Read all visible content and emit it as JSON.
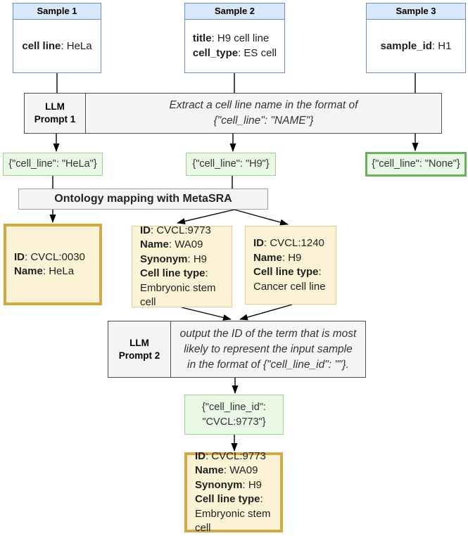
{
  "samples": [
    {
      "title": "Sample 1",
      "fields": [
        {
          "label": "cell line",
          "value": ": HeLa"
        }
      ]
    },
    {
      "title": "Sample 2",
      "fields": [
        {
          "label": "title",
          "value": ": H9 cell line"
        },
        {
          "label": "cell_type",
          "value": ": ES cell"
        }
      ]
    },
    {
      "title": "Sample 3",
      "fields": [
        {
          "label": "sample_id",
          "value": ": H1"
        }
      ]
    }
  ],
  "prompts": [
    {
      "name": "LLM\nPrompt 1",
      "text": "Extract a cell line name in the format of\n{\"cell_line\": \"NAME\"}"
    },
    {
      "name": "LLM\nPrompt 2",
      "text": "output the ID of the term that is most\nlikely to represent the input sample\nin the format of {\"cell_line_id\": \"\"}."
    }
  ],
  "ontology": {
    "label": "Ontology mapping with MetaSRA"
  },
  "extractions": [
    {
      "text": "{\"cell_line\": \"HeLa\"}",
      "selected": false
    },
    {
      "text": "{\"cell_line\": \"H9\"}",
      "selected": false
    },
    {
      "text": "{\"cell_line\": \"None\"}",
      "selected": true
    },
    {
      "text": "{\"cell_line_id\":\n\"CVCL:9773\"}",
      "selected": false
    }
  ],
  "matches": [
    {
      "selected": true,
      "fields": [
        {
          "label": "ID",
          "value": ": CVCL:0030"
        },
        {
          "label": "Name",
          "value": ": HeLa"
        }
      ]
    },
    {
      "selected": false,
      "fields": [
        {
          "label": "ID",
          "value": ": CVCL:9773"
        },
        {
          "label": "Name",
          "value": ": WA09"
        },
        {
          "label": "Synonym",
          "value": ": H9"
        },
        {
          "label": "Cell line type",
          "value": ":"
        },
        {
          "label": "",
          "value": "Embryonic stem cell"
        }
      ]
    },
    {
      "selected": false,
      "fields": [
        {
          "label": "ID",
          "value": ": CVCL:1240"
        },
        {
          "label": "Name",
          "value": ": H9"
        },
        {
          "label": "Cell line type",
          "value": ":"
        },
        {
          "label": "",
          "value": "Cancer cell line"
        }
      ]
    },
    {
      "selected": true,
      "fields": [
        {
          "label": "ID",
          "value": ": CVCL:9773"
        },
        {
          "label": "Name",
          "value": ": WA09"
        },
        {
          "label": "Synonym",
          "value": ": H9"
        },
        {
          "label": "Cell line type",
          "value": ":"
        },
        {
          "label": "",
          "value": "Embryonic stem cell"
        }
      ]
    }
  ],
  "colors": {
    "sample_header": "#dae8fc",
    "sample_border": "#6c8ebf",
    "process_fill": "#f5f5f5",
    "result_fill": "#eaf7e5",
    "result_border": "#9fd192",
    "result_border_selected": "#6cb05f",
    "match_fill": "#fcf3d7",
    "match_border": "#e3cc8d",
    "match_border_selected": "#cfa943",
    "arrow": "#000000"
  }
}
